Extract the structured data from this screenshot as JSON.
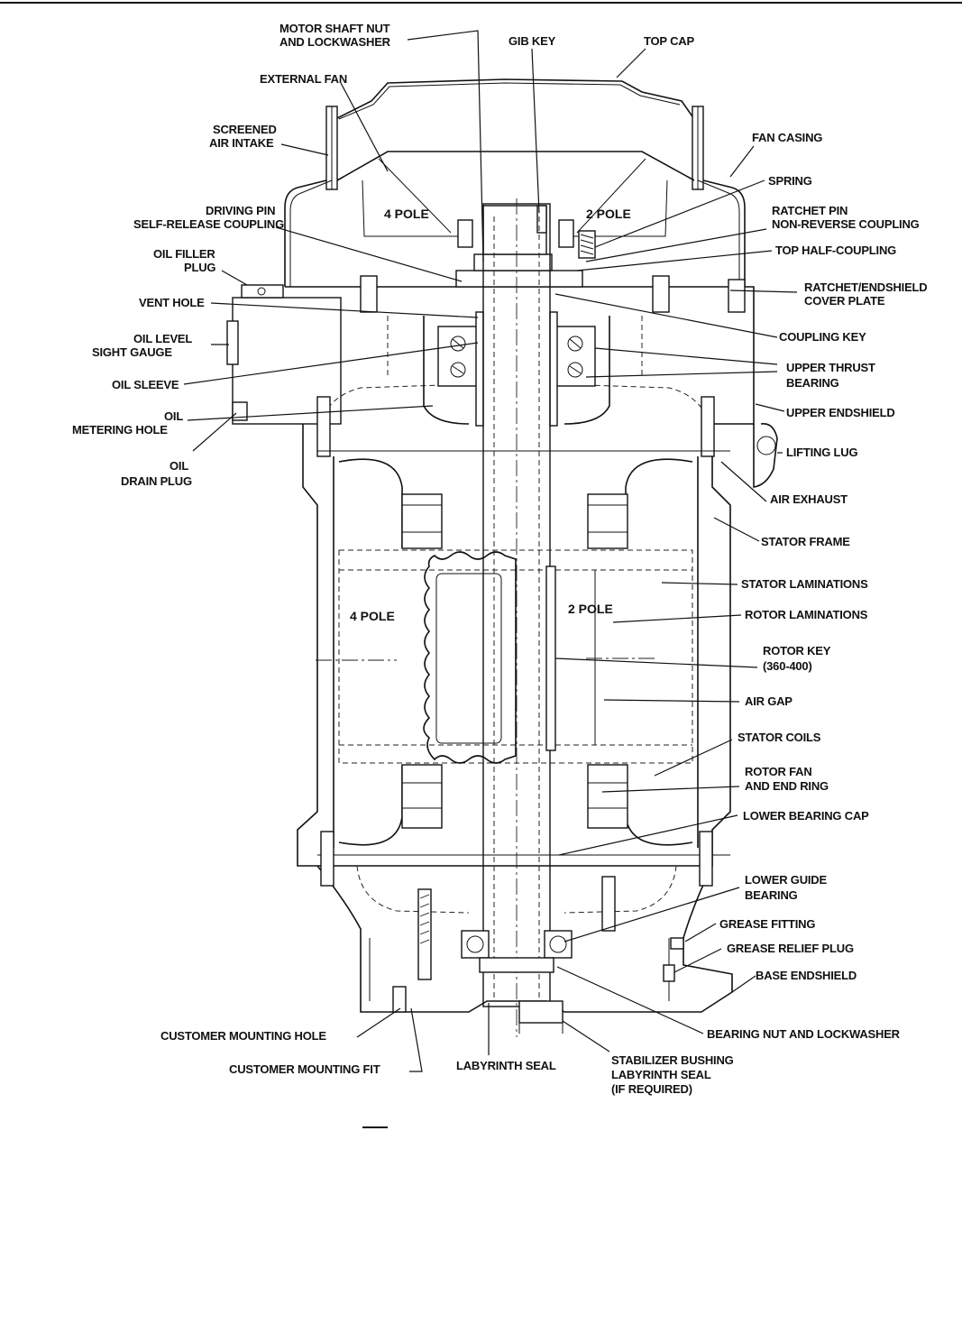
{
  "labels": {
    "motor_shaft_nut_1": "MOTOR SHAFT NUT",
    "motor_shaft_nut_2": "AND LOCKWASHER",
    "gib_key": "GIB KEY",
    "top_cap": "TOP CAP",
    "external_fan": "EXTERNAL FAN",
    "screened_air_intake_1": "SCREENED",
    "screened_air_intake_2": "AIR INTAKE",
    "fan_casing": "FAN CASING",
    "spring": "SPRING",
    "driving_pin_1": "DRIVING PIN",
    "driving_pin_2": "SELF-RELEASE COUPLING",
    "ratchet_pin_1": "RATCHET PIN",
    "ratchet_pin_2": "NON-REVERSE COUPLING",
    "oil_filler_plug_1": "OIL FILLER",
    "oil_filler_plug_2": "PLUG",
    "top_half_coupling": "TOP HALF-COUPLING",
    "ratchet_cover_plate_1": "RATCHET/ENDSHIELD",
    "ratchet_cover_plate_2": "COVER PLATE",
    "vent_hole": "VENT HOLE",
    "oil_level_gauge_1": "OIL LEVEL",
    "oil_level_gauge_2": "SIGHT GAUGE",
    "coupling_key": "COUPLING KEY",
    "oil_sleeve": "OIL SLEEVE",
    "upper_thrust_bearing_1": "UPPER THRUST",
    "upper_thrust_bearing_2": "BEARING",
    "oil_metering_hole_1": "OIL",
    "oil_metering_hole_2": "METERING HOLE",
    "upper_endshield": "UPPER ENDSHIELD",
    "lifting_lug": "LIFTING LUG",
    "oil_drain_plug_1": "OIL",
    "oil_drain_plug_2": "DRAIN PLUG",
    "air_exhaust": "AIR EXHAUST",
    "stator_frame": "STATOR FRAME",
    "stator_laminations": "STATOR LAMINATIONS",
    "rotor_laminations": "ROTOR LAMINATIONS",
    "rotor_key_1": "ROTOR KEY",
    "rotor_key_2": "(360-400)",
    "air_gap": "AIR GAP",
    "stator_coils": "STATOR COILS",
    "rotor_fan_1": "ROTOR FAN",
    "rotor_fan_2": "AND END RING",
    "lower_bearing_cap": "LOWER BEARING CAP",
    "lower_guide_bearing_1": "LOWER GUIDE",
    "lower_guide_bearing_2": "BEARING",
    "grease_fitting": "GREASE FITTING",
    "grease_relief_plug": "GREASE RELIEF PLUG",
    "base_endshield": "BASE ENDSHIELD",
    "customer_mounting_hole": "CUSTOMER MOUNTING HOLE",
    "bearing_nut": "BEARING NUT AND LOCKWASHER",
    "customer_mounting_fit": "CUSTOMER MOUNTING FIT",
    "labyrinth_seal": "LABYRINTH SEAL",
    "stabilizer_1": "STABILIZER BUSHING",
    "stabilizer_2": "LABYRINTH SEAL",
    "stabilizer_3": "(IF REQUIRED)"
  },
  "pole_labels": {
    "fan_left": "4 POLE",
    "fan_right": "2 POLE",
    "rotor_left": "4 POLE",
    "rotor_right": "2 POLE"
  }
}
